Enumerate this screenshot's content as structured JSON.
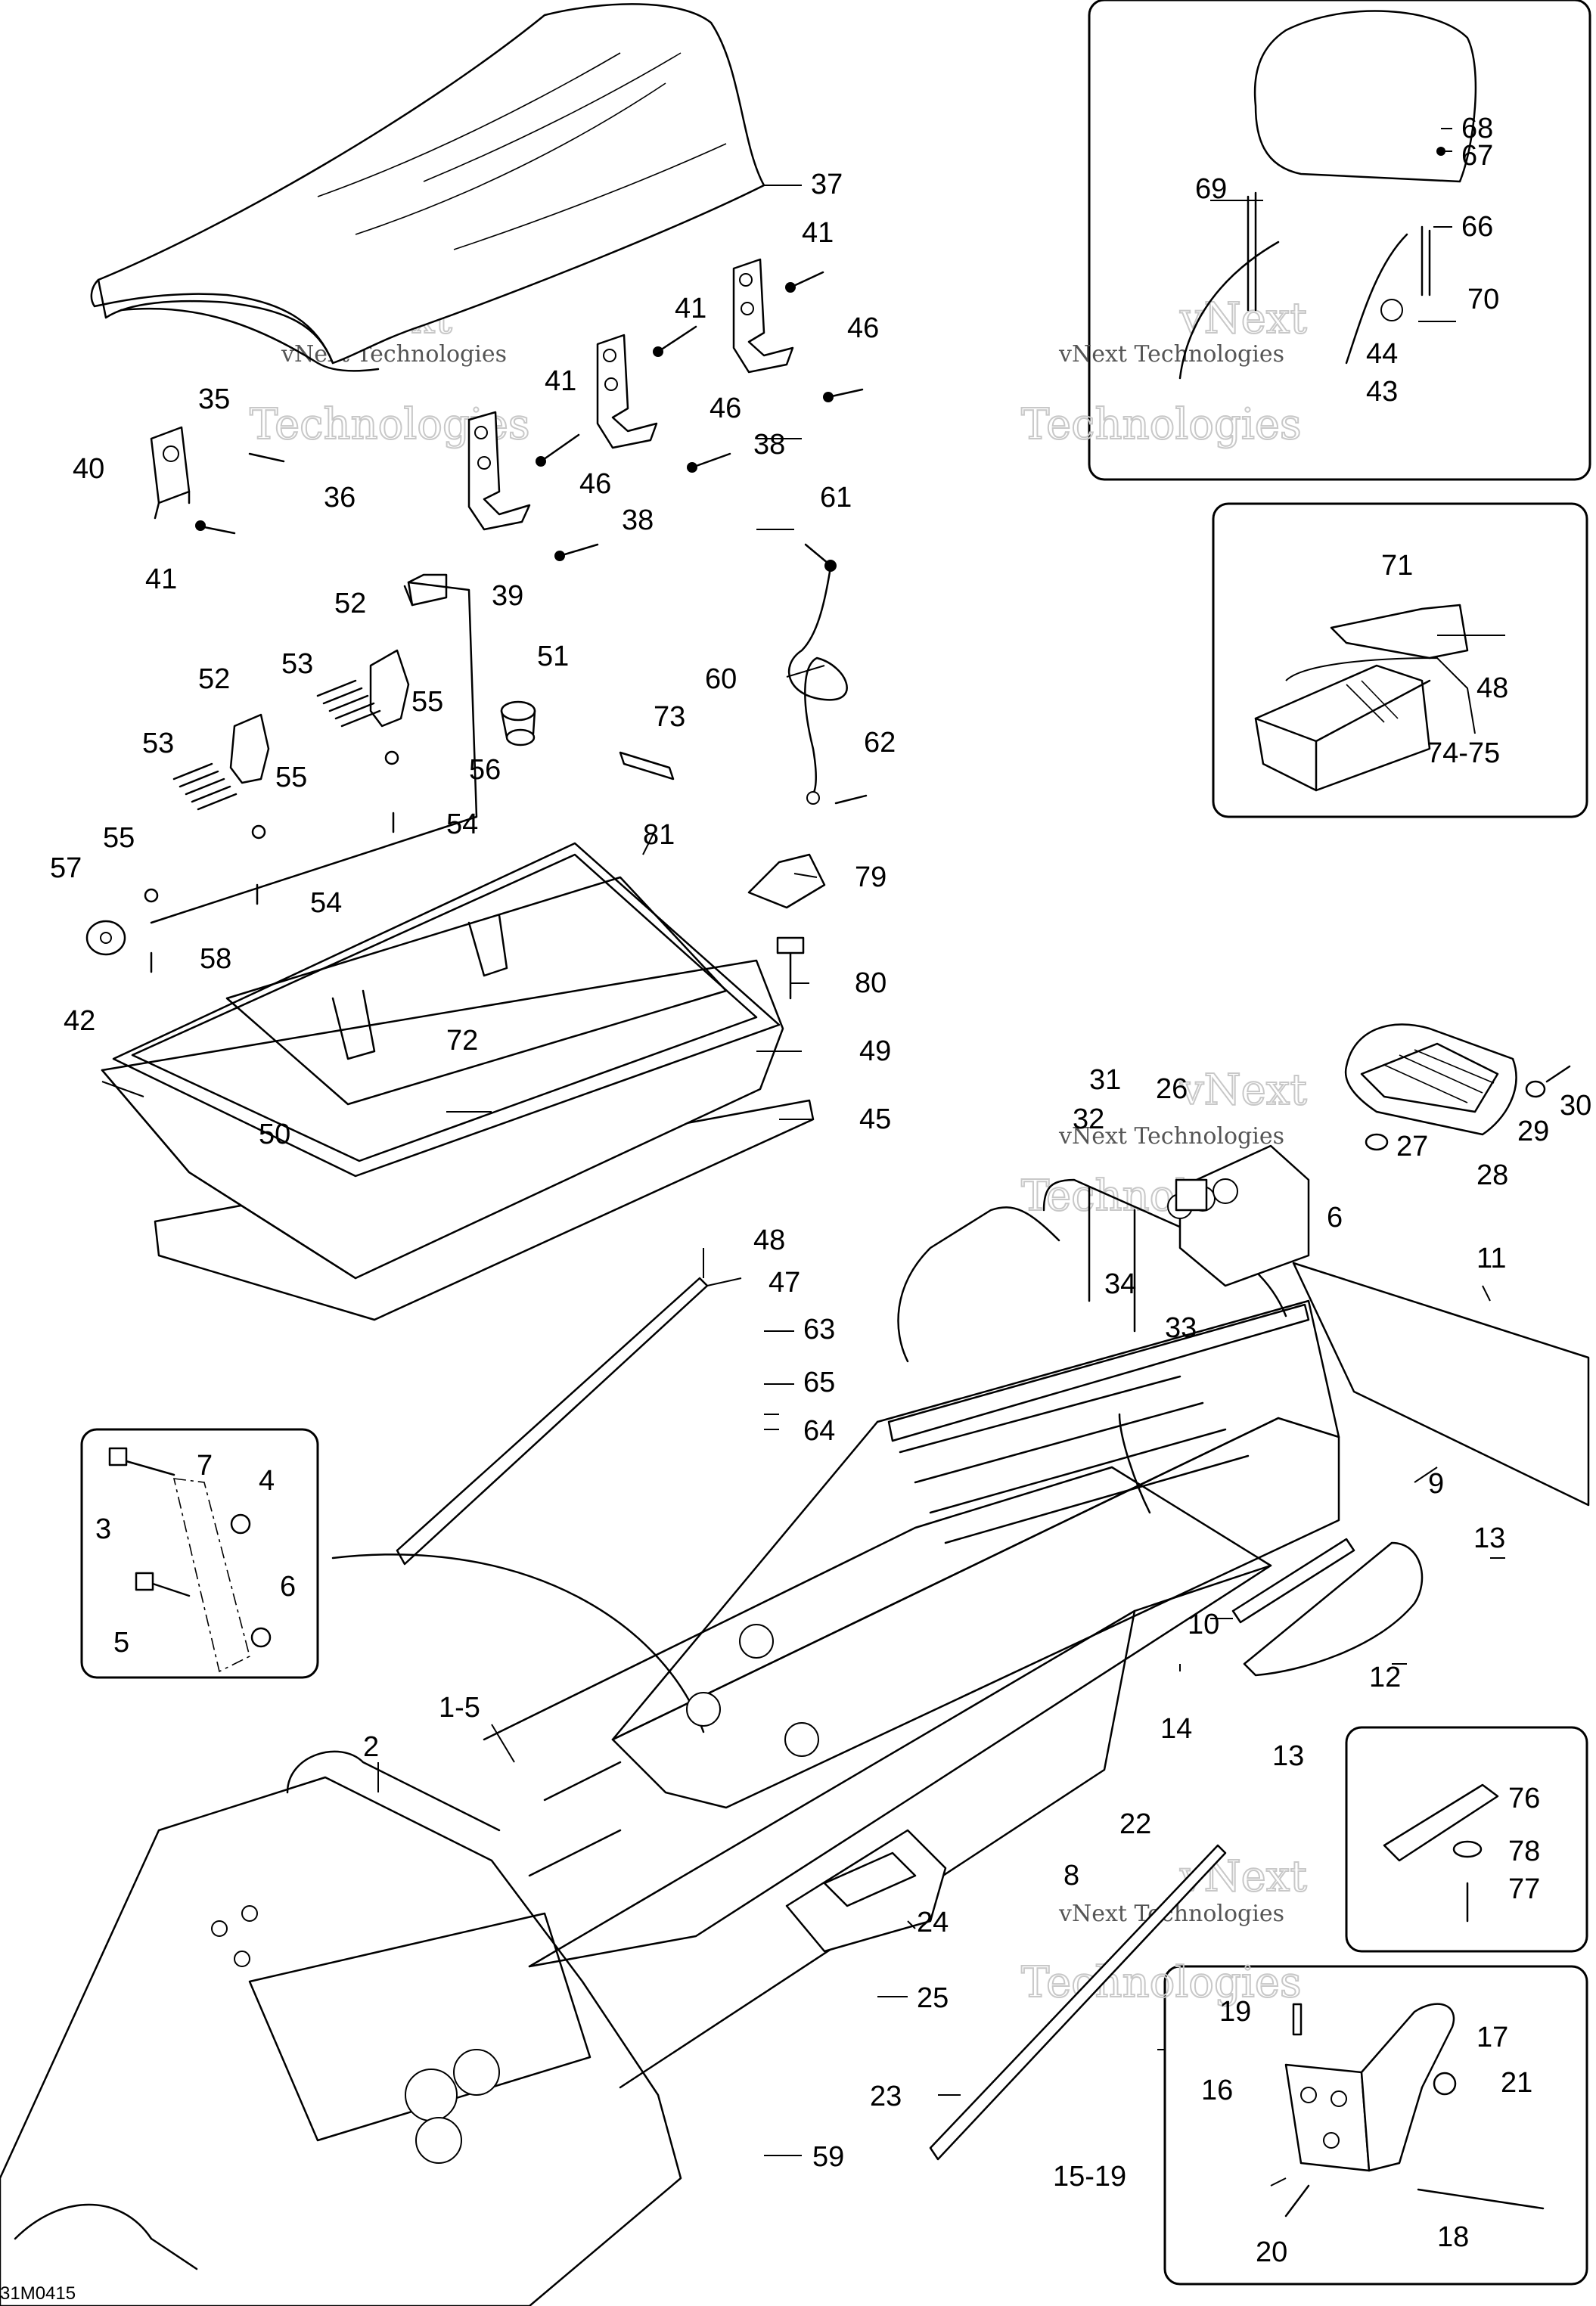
{
  "diagram_code": "31M0415",
  "watermark": {
    "line1": "vNext",
    "line2": "Technologies",
    "small": "vNext Technologies"
  },
  "callouts": [
    "37",
    "35",
    "36",
    "41",
    "41",
    "41",
    "41",
    "46",
    "46",
    "46",
    "38",
    "38",
    "40",
    "39",
    "61",
    "60",
    "62",
    "52",
    "52",
    "51",
    "53",
    "53",
    "55",
    "55",
    "55",
    "56",
    "54",
    "54",
    "57",
    "58",
    "73",
    "81",
    "79",
    "80",
    "42",
    "72",
    "49",
    "50",
    "45",
    "48",
    "47",
    "63",
    "65",
    "64",
    "7",
    "3",
    "4",
    "5",
    "6",
    "2",
    "1-5",
    "68",
    "67",
    "69",
    "66",
    "70",
    "44",
    "43",
    "71",
    "48",
    "74-75",
    "31",
    "32",
    "26",
    "30",
    "29",
    "27",
    "28",
    "6",
    "34",
    "33",
    "11",
    "9",
    "13",
    "10",
    "12",
    "14",
    "13",
    "8",
    "22",
    "24",
    "25",
    "23",
    "59",
    "76",
    "78",
    "77",
    "19",
    "17",
    "16",
    "21",
    "15-19",
    "20",
    "18"
  ]
}
